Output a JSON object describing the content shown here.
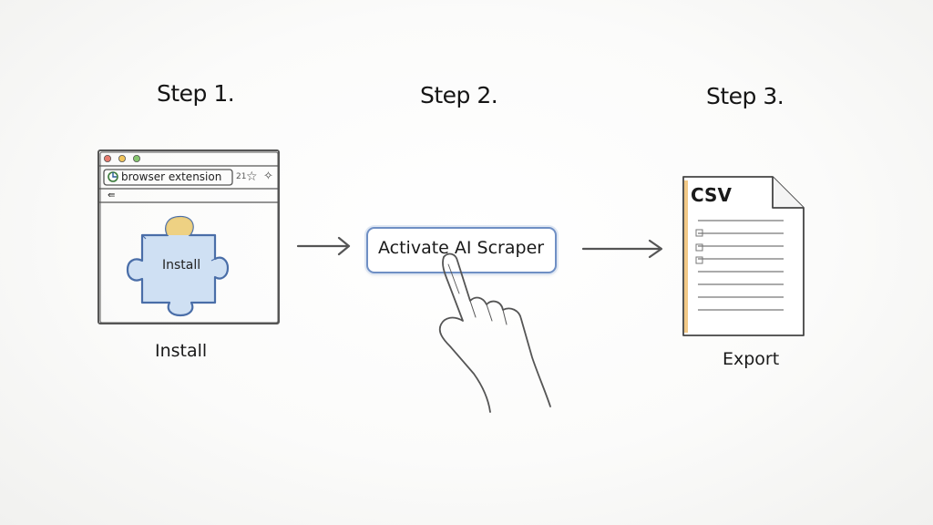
{
  "steps": [
    {
      "title": "Step 1.",
      "caption": "Install"
    },
    {
      "title": "Step 2.",
      "caption": ""
    },
    {
      "title": "Step 3.",
      "caption": "Export"
    }
  ],
  "browser": {
    "url_text": "browser extension",
    "url_extra": "21",
    "puzzle_label": "Install",
    "dot_colors": [
      "#e77b6e",
      "#f0c45a",
      "#86c66f"
    ],
    "icon": "puzzle-piece-icon"
  },
  "activate": {
    "label": "Activate AI Scraper",
    "icon": "pointing-hand-icon"
  },
  "document": {
    "label": "CSV",
    "icon": "csv-file-icon"
  },
  "colors": {
    "puzzle_fill": "#cfe0f3",
    "puzzle_accent": "#f1cf77",
    "button_border": "#6f8fc4",
    "doc_accent": "#f2c987"
  }
}
